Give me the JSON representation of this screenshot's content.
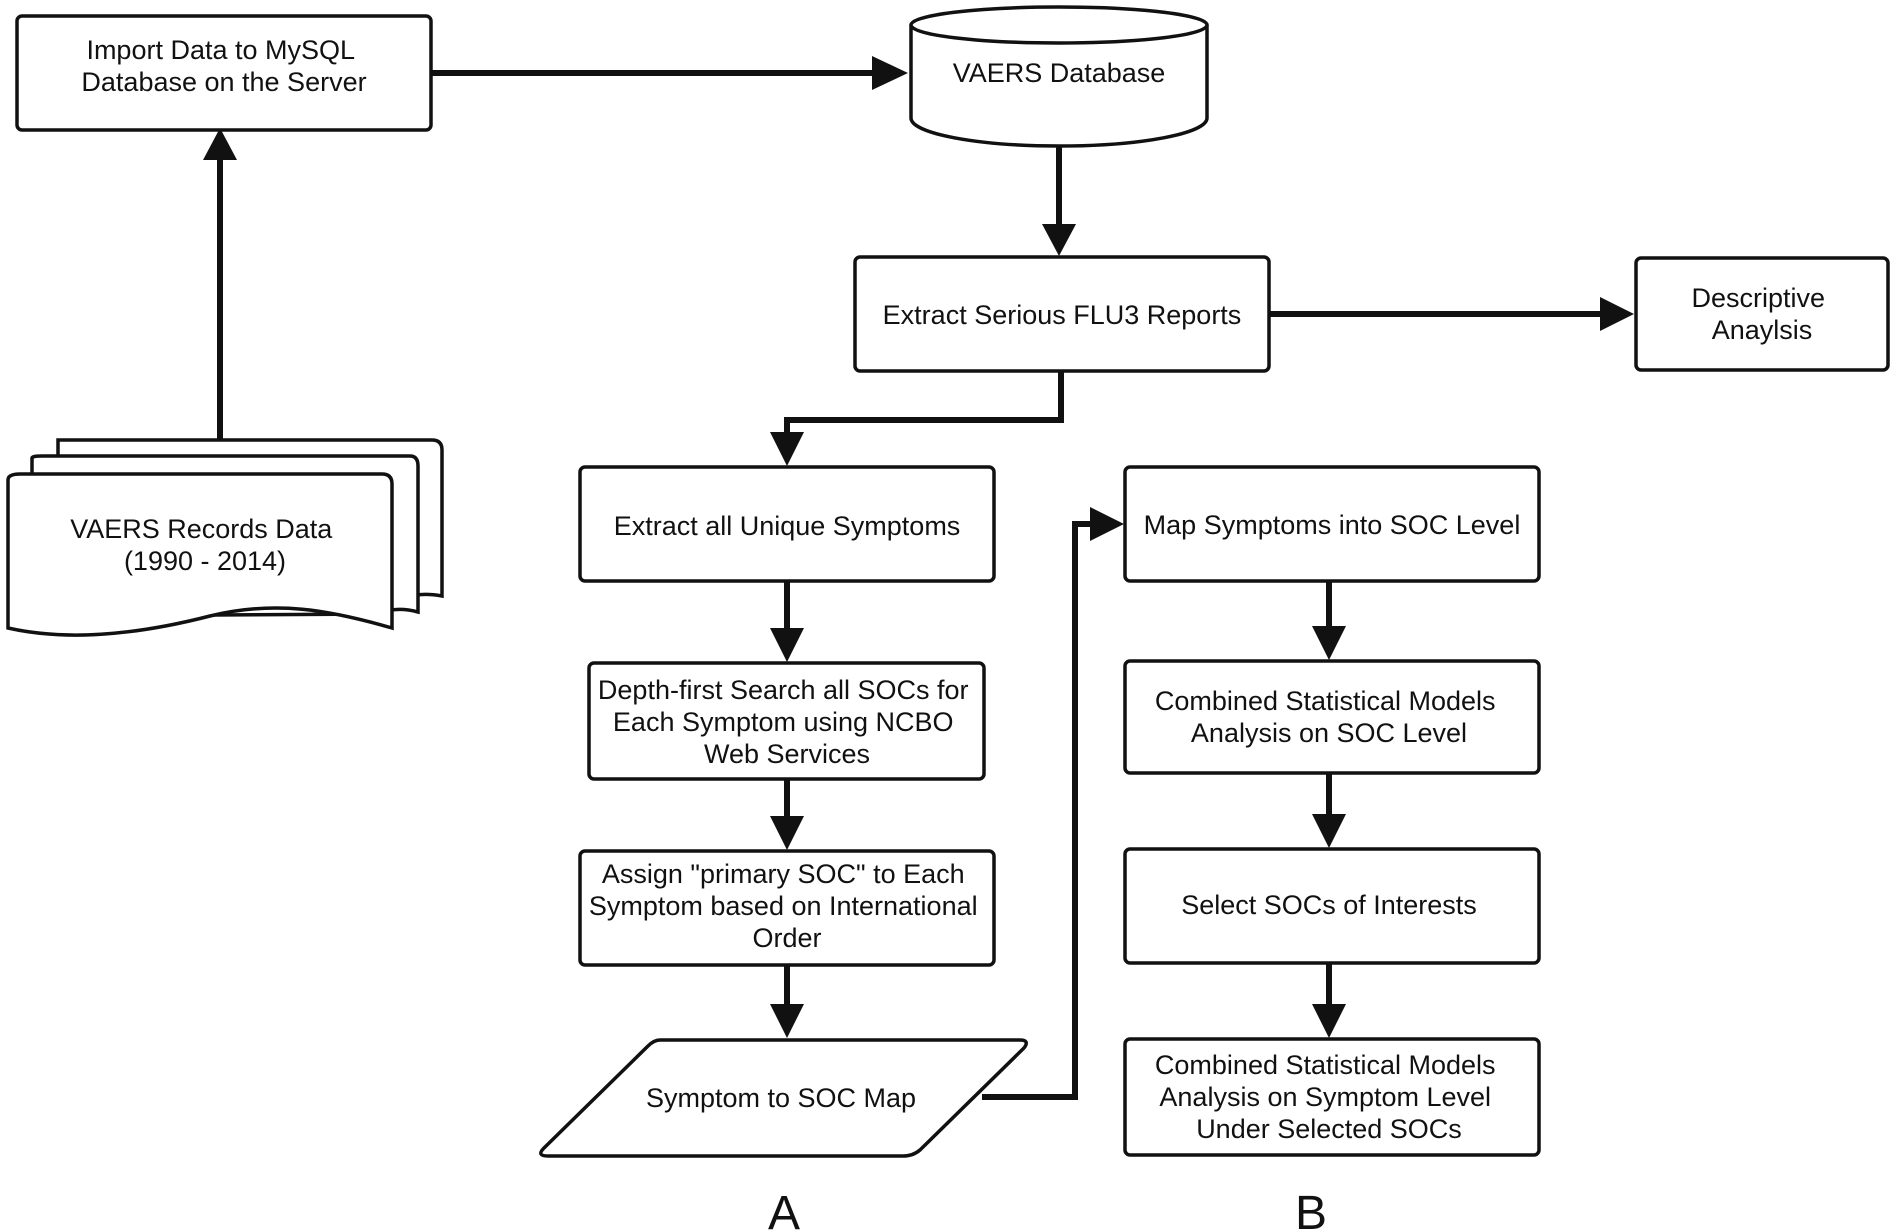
{
  "nodes": {
    "import_mysql": {
      "lines": [
        "Import Data to MySQL",
        "Database on the Server"
      ]
    },
    "vaers_database": {
      "lines": [
        "VAERS Database"
      ]
    },
    "vaers_records": {
      "lines": [
        "VAERS Records Data",
        "(1990 - 2014)"
      ]
    },
    "extract_flu3": {
      "lines": [
        "Extract Serious FLU3 Reports"
      ]
    },
    "descriptive": {
      "lines": [
        "Descriptive",
        "Anaylsis"
      ]
    },
    "extract_symptoms": {
      "lines": [
        "Extract all Unique Symptoms"
      ]
    },
    "depth_first": {
      "lines": [
        "Depth-first Search all SOCs for",
        "Each Symptom using NCBO",
        "Web Services"
      ]
    },
    "assign_primary": {
      "lines": [
        "Assign \"primary SOC\" to Each",
        "Symptom based on International",
        "Order"
      ]
    },
    "symptom_soc_map": {
      "lines": [
        "Symptom to SOC Map"
      ]
    },
    "map_symptoms": {
      "lines": [
        "Map Symptoms into SOC Level"
      ]
    },
    "combined_soc": {
      "lines": [
        "Combined Statistical Models",
        "Analysis on SOC Level"
      ]
    },
    "select_socs": {
      "lines": [
        "Select SOCs of Interests"
      ]
    },
    "combined_symptom": {
      "lines": [
        "Combined Statistical Models",
        "Analysis on Symptom Level",
        "Under Selected SOCs"
      ]
    }
  },
  "panels": {
    "a": "A",
    "b": "B"
  },
  "colors": {
    "stroke": "#111111",
    "fill": "#ffffff",
    "text": "#111111"
  }
}
